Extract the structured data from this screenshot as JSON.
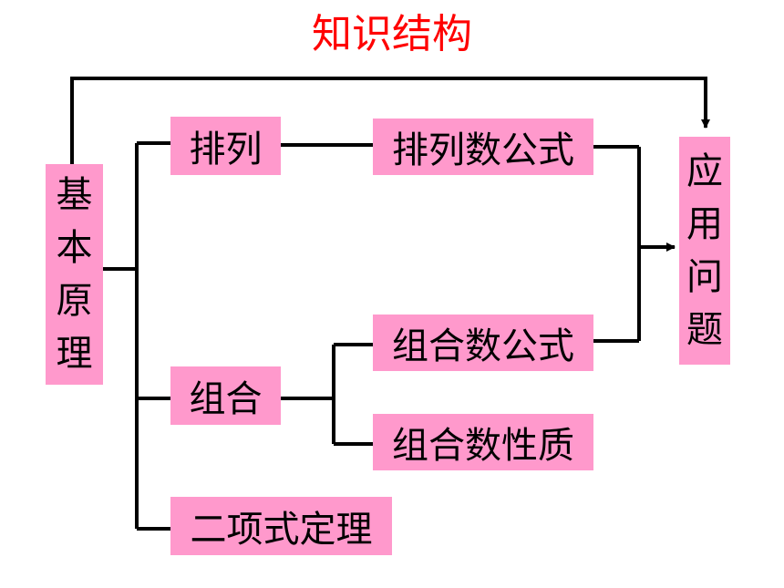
{
  "title": "知识结构",
  "nodes": {
    "basic_principle": [
      "基",
      "本",
      "原",
      "理"
    ],
    "permutation": "排列",
    "permutation_formula": "排列数公式",
    "combination": "组合",
    "combination_formula": "组合数公式",
    "combination_properties": "组合数性质",
    "binomial_theorem": "二项式定理",
    "applications": [
      "应",
      "用",
      "问",
      "题"
    ]
  },
  "colors": {
    "box_fill": "#ff99cc",
    "title": "#ff0000",
    "line": "#000000"
  }
}
